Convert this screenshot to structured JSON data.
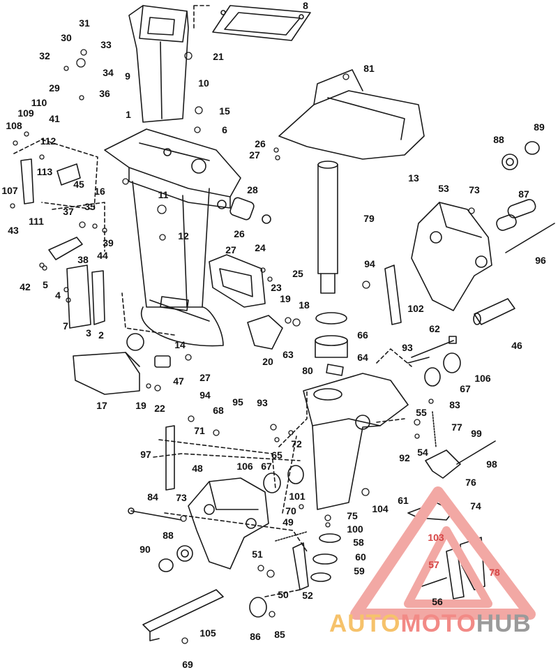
{
  "callouts": [
    "31",
    "33",
    "30",
    "32",
    "34",
    "29",
    "36",
    "9",
    "10",
    "21",
    "8",
    "81",
    "1",
    "15",
    "6",
    "110",
    "109",
    "108",
    "41",
    "112",
    "113",
    "107",
    "45",
    "43",
    "111",
    "16",
    "11",
    "28",
    "26",
    "12",
    "27",
    "37",
    "35",
    "39",
    "38",
    "44",
    "42",
    "5",
    "4",
    "7",
    "3",
    "2",
    "24",
    "25",
    "23",
    "19",
    "18",
    "79",
    "94",
    "102",
    "53",
    "73",
    "88",
    "89",
    "87",
    "96",
    "26",
    "27",
    "13",
    "14",
    "20",
    "47",
    "27",
    "17",
    "19",
    "22",
    "63",
    "66",
    "64",
    "80",
    "46",
    "62",
    "93",
    "106",
    "67",
    "83",
    "55",
    "77",
    "99",
    "98",
    "92",
    "54",
    "76",
    "61",
    "104",
    "94",
    "68",
    "95",
    "93",
    "71",
    "97",
    "65",
    "72",
    "106",
    "67",
    "101",
    "70",
    "75",
    "100",
    "48",
    "84",
    "73",
    "88",
    "90",
    "49",
    "51",
    "58",
    "60",
    "59",
    "50",
    "52",
    "86",
    "85",
    "105",
    "69",
    "103",
    "57",
    "56",
    "74",
    "78"
  ],
  "watermark": {
    "parts": [
      "AUTO",
      "MOTO",
      "HUB"
    ],
    "colors": [
      "#f6c26b",
      "#f28a86",
      "#9a9a9a"
    ],
    "triangle_color": "#f2a8a4"
  }
}
